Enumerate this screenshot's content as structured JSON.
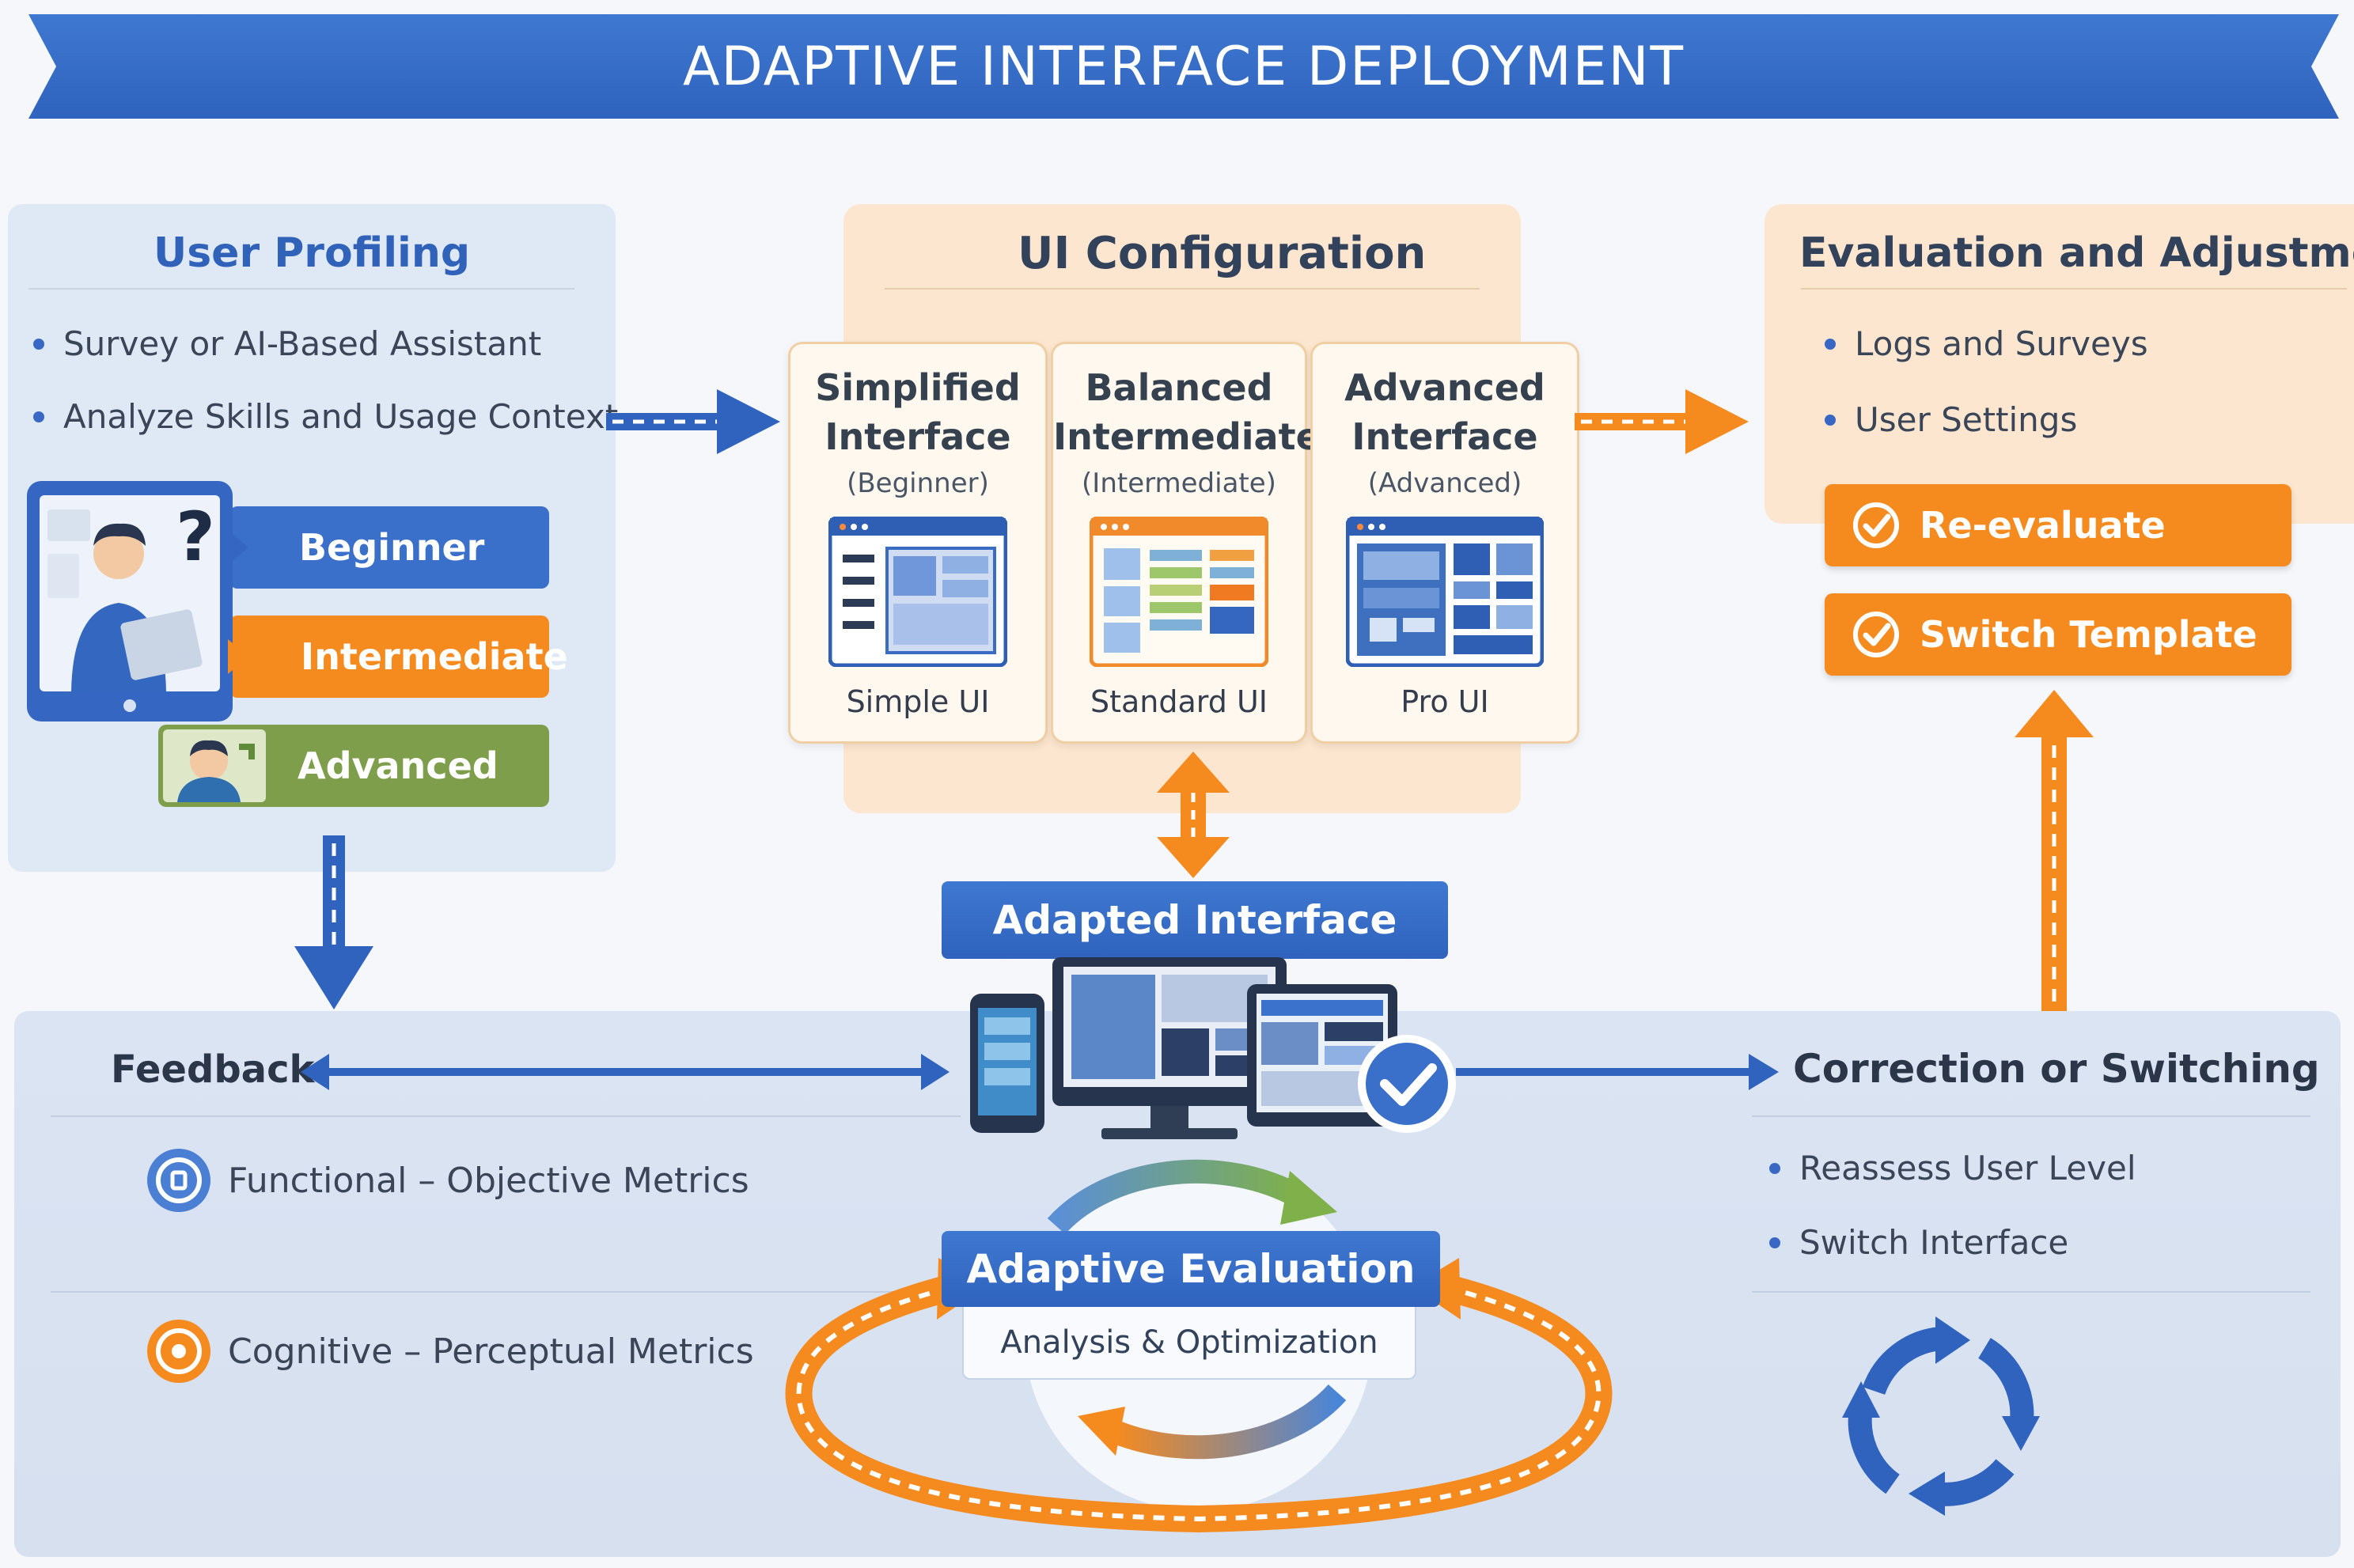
{
  "title": "ADAPTIVE INTERFACE DEPLOYMENT",
  "user_profiling": {
    "title": "User Profiling",
    "bullets": [
      "Survey or AI-Based Assistant",
      "Analyze Skills and Usage Context"
    ],
    "levels": [
      {
        "label": "Beginner",
        "color": "#3a6fca"
      },
      {
        "label": "Intermediate",
        "color": "#f58a1f"
      },
      {
        "label": "Advanced",
        "color": "#7f9e4c"
      }
    ]
  },
  "ui_configuration": {
    "title": "UI Configuration",
    "cards": [
      {
        "title_line1": "Simplified",
        "title_line2": "Interface",
        "level": "(Beginner)",
        "footer": "Simple UI"
      },
      {
        "title_line1": "Balanced",
        "title_line2": "Intermediate",
        "level": "(Intermediate)",
        "footer": "Standard UI"
      },
      {
        "title_line1": "Advanced",
        "title_line2": "Interface",
        "level": "(Advanced)",
        "footer": "Pro UI"
      }
    ]
  },
  "evaluation": {
    "title": "Evaluation and Adjustment",
    "bullets": [
      "Logs and Surveys",
      "User Settings"
    ],
    "actions": [
      "Re-evaluate",
      "Switch Template"
    ]
  },
  "adapted_interface": {
    "label": "Adapted Interface"
  },
  "feedback": {
    "label": "Feedback",
    "metrics": [
      {
        "label": "Functional – Objective Metrics",
        "color": "#4a7fd4"
      },
      {
        "label": "Cognitive – Perceptual Metrics",
        "color": "#f58a1f"
      }
    ]
  },
  "adaptive_evaluation": {
    "title": "Adaptive Evaluation",
    "subtitle": "Analysis & Optimization"
  },
  "correction": {
    "label": "Correction or Switching",
    "bullets": [
      "Reassess User Level",
      "Switch Interface"
    ]
  },
  "colors": {
    "blue": "#2f63bd",
    "orange": "#f58a1f",
    "green": "#7f9e4c"
  }
}
